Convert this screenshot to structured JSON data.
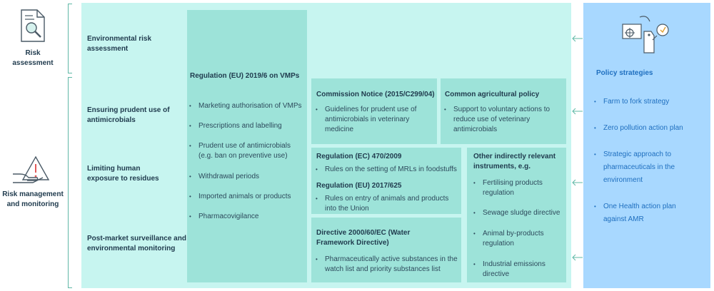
{
  "side": {
    "risk_assessment_label": "Risk assessment",
    "risk_management_label": "Risk management and monitoring"
  },
  "rows": [
    {
      "label": "Environmental risk assessment"
    },
    {
      "label": "Ensuring prudent use of antimicrobials"
    },
    {
      "label": "Limiting human exposure to residues"
    },
    {
      "label": "Post-market surveillance and environmental monitoring"
    }
  ],
  "vmp_regulation": {
    "title": "Regulation (EU) 2019/6 on VMPs",
    "items": [
      "Marketing authorisation of VMPs",
      "Prescriptions and labelling",
      "Prudent use of antimicrobials (e.g. ban on preventive use)",
      "Withdrawal periods",
      "Imported animals or products",
      "Pharmacovigilance"
    ]
  },
  "commission_notice": {
    "title": "Commission Notice (2015/C299/04)",
    "items": [
      "Guidelines for prudent use of antimicrobials in veterinary medicine"
    ]
  },
  "cap": {
    "title": "Common agricultural policy",
    "items": [
      "Support to voluntary actions to reduce use of veterinary antimicrobials"
    ]
  },
  "residues": {
    "title1": "Regulation (EC) 470/2009",
    "item1": "Rules on the setting of MRLs in foodstuffs",
    "title2": "Regulation (EU) 2017/625",
    "item2": "Rules on entry of animals and products into the Union"
  },
  "water_directive": {
    "title": "Directive 2000/60/EC (Water Framework Directive)",
    "items": [
      "Pharmaceutically active substances in the watch list and priority substances list"
    ]
  },
  "other_instruments": {
    "title": "Other indirectly relevant instruments, e.g.",
    "items": [
      "Fertilising products regulation",
      "Sewage sludge directive",
      "Animal by-products regulation",
      "Industrial emissions directive"
    ]
  },
  "policy": {
    "title": "Policy strategies",
    "items": [
      "Farm to fork strategy",
      "Zero pollution action plan",
      "Strategic approach to pharmaceuticals in the environment",
      "One Health action plan against AMR"
    ]
  },
  "colors": {
    "main_panel": "#c7f5f0",
    "box": "#9de3d9",
    "policy_panel": "#a8d8ff",
    "policy_text": "#1f6fbf",
    "bracket": "#5fb8a6"
  }
}
